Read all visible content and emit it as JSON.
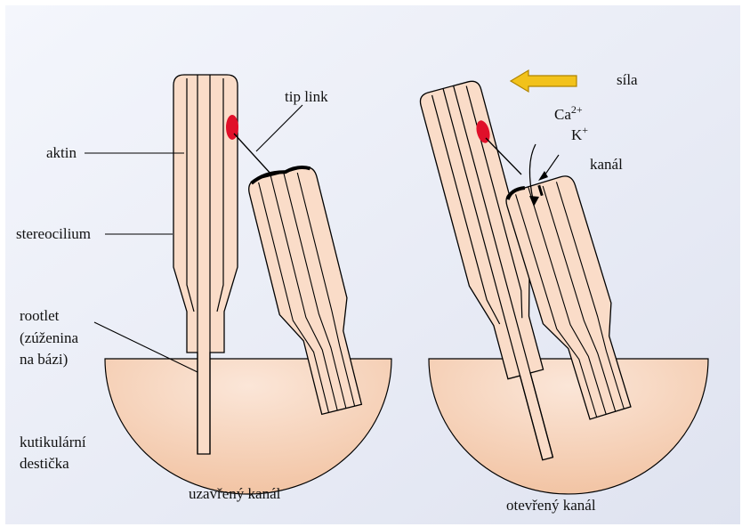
{
  "diagram": {
    "left_panel": {
      "caption": "uzavřený kanál",
      "labels": {
        "aktin": "aktin",
        "stereocilium": "stereocilium",
        "rootlet_line1": "rootlet",
        "rootlet_line2": "(zúženina",
        "rootlet_line3": "na bázi)",
        "plate_line1": "kutikulární",
        "plate_line2": "destička",
        "tip_link": "tip link"
      }
    },
    "right_panel": {
      "caption": "otevřený kanál",
      "labels": {
        "force": "síla",
        "ion_ca": "Ca",
        "ion_ca_charge": "2+",
        "ion_k": "K",
        "ion_k_charge": "+",
        "channel": "kanál"
      }
    },
    "colors": {
      "background": "#e8ebf5",
      "stereocilium_fill": "#fadcc8",
      "plate_fill": "#f6d2b8",
      "outline": "#000000",
      "tip_link_anchor": "#e0102a",
      "force_arrow": "#f2c21b",
      "force_arrow_outline": "#b08400"
    }
  }
}
